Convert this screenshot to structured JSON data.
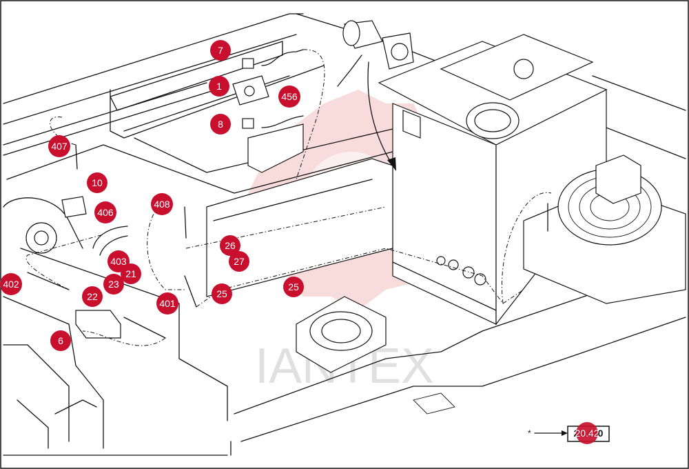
{
  "callouts": [
    {
      "id": "c7",
      "label": "7"
    },
    {
      "id": "c1",
      "label": "1"
    },
    {
      "id": "c456",
      "label": "456"
    },
    {
      "id": "c8",
      "label": "8"
    },
    {
      "id": "c407",
      "label": "407"
    },
    {
      "id": "c10",
      "label": "10"
    },
    {
      "id": "c406",
      "label": "406"
    },
    {
      "id": "c408",
      "label": "408"
    },
    {
      "id": "c26",
      "label": "26"
    },
    {
      "id": "c27",
      "label": "27"
    },
    {
      "id": "c403",
      "label": "403"
    },
    {
      "id": "c21",
      "label": "21"
    },
    {
      "id": "c23",
      "label": "23"
    },
    {
      "id": "c22",
      "label": "22"
    },
    {
      "id": "c402",
      "label": "402"
    },
    {
      "id": "c401",
      "label": "401"
    },
    {
      "id": "c25a",
      "label": "25"
    },
    {
      "id": "c25b",
      "label": "25"
    },
    {
      "id": "c6",
      "label": "6"
    },
    {
      "id": "cref",
      "label": "20.42"
    }
  ],
  "reference_box": {
    "text": "20.420",
    "marker": "*"
  },
  "watermark": {
    "text": "IANTEX"
  },
  "colors": {
    "callout": "#c8102e",
    "line": "#111111",
    "watermark": "#e06060"
  }
}
